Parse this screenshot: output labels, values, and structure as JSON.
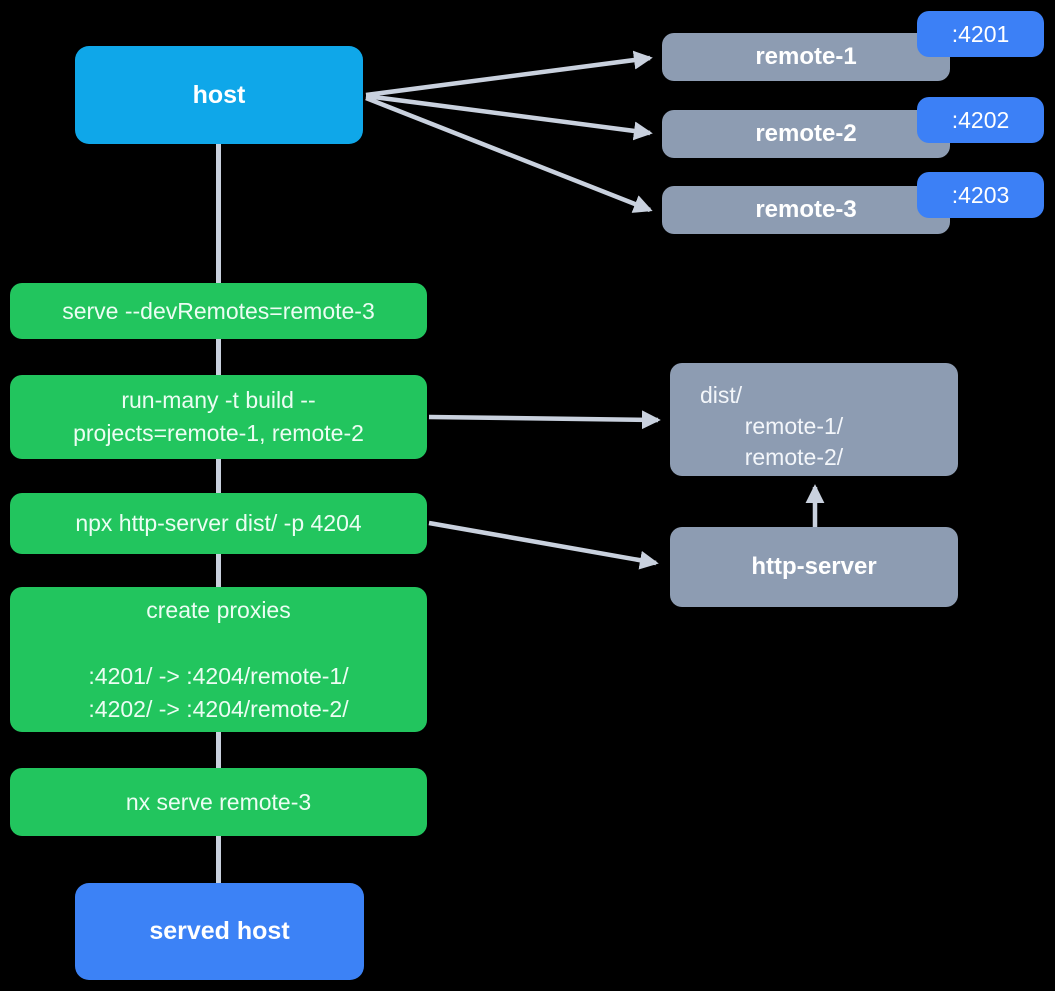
{
  "colors": {
    "background": "#000000",
    "host_node": "#0FA7E9",
    "remote_node": "#8D9CB2",
    "port_badge": "#3C80F6",
    "command_node": "#22C55E",
    "served_host_node": "#3C82F6",
    "connector": "#C9D1DE"
  },
  "nodes": {
    "host": {
      "label": "host"
    },
    "remotes": [
      {
        "label": "remote-1",
        "port": ":4201"
      },
      {
        "label": "remote-2",
        "port": ":4202"
      },
      {
        "label": "remote-3",
        "port": ":4203"
      }
    ],
    "steps": [
      {
        "label": "serve --devRemotes=remote-3"
      },
      {
        "label": "run-many -t build --\nprojects=remote-1, remote-2"
      },
      {
        "label": "npx http-server dist/ -p 4204"
      },
      {
        "label": "create proxies\n\n:4201/ -> :4204/remote-1/\n:4202/ -> :4204/remote-2/"
      },
      {
        "label": "nx serve remote-3"
      }
    ],
    "dist": {
      "label": "dist/\n       remote-1/\n       remote-2/"
    },
    "http_server": {
      "label": "http-server"
    },
    "served_host": {
      "label": "served host"
    }
  }
}
